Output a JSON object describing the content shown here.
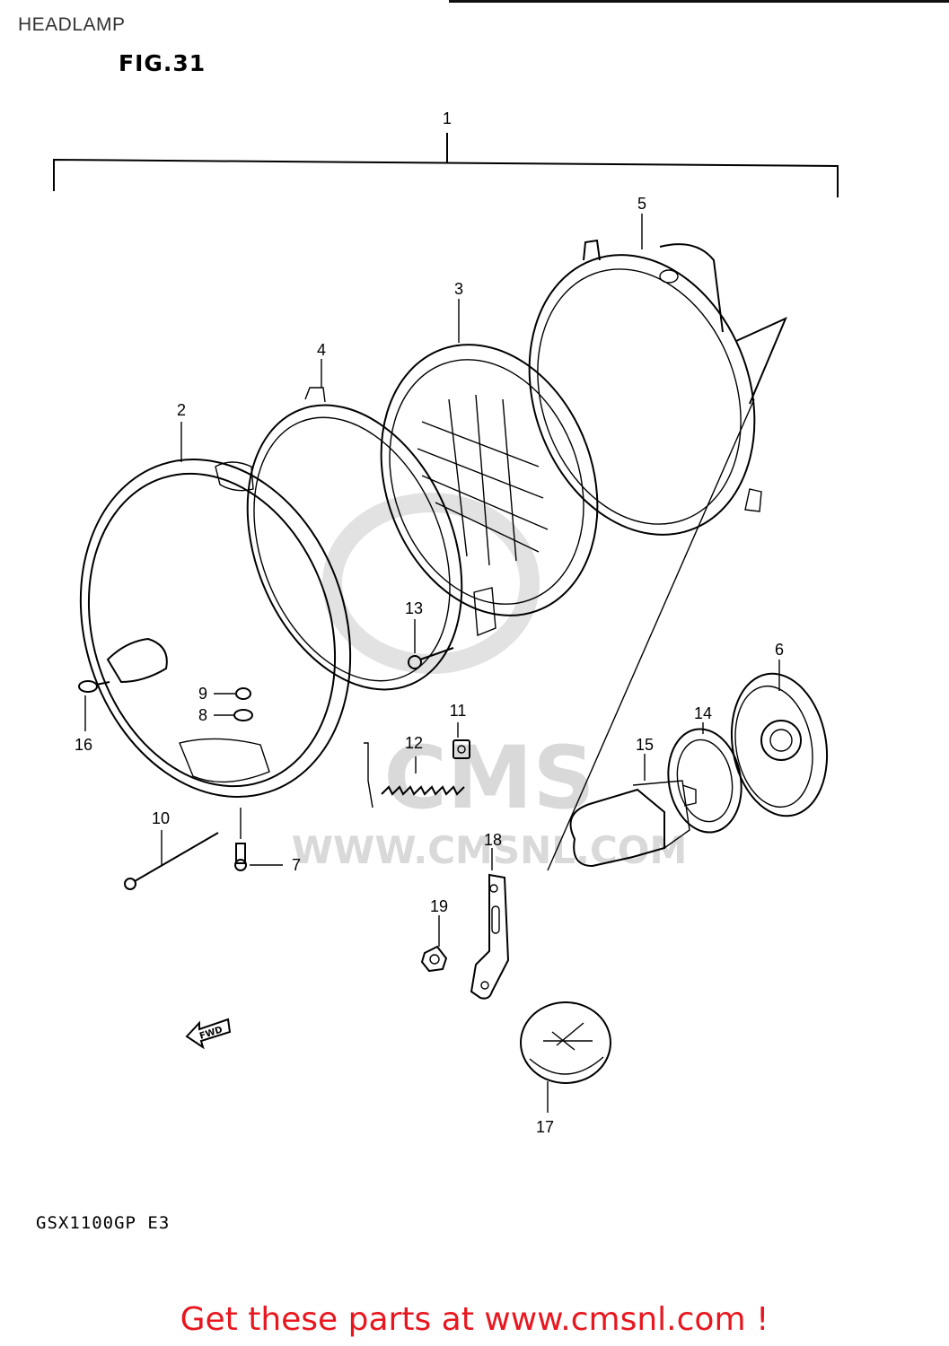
{
  "header": {
    "title": "HEADLAMP",
    "figure": "FIG.31"
  },
  "callouts": [
    "1",
    "2",
    "3",
    "4",
    "5",
    "6",
    "7",
    "8",
    "9",
    "10",
    "11",
    "12",
    "13",
    "14",
    "15",
    "16",
    "17",
    "18",
    "19"
  ],
  "fwd_label": "FWD",
  "watermark": {
    "brand": "CMS",
    "url": "WWW.CMSNL.COM"
  },
  "model_code": "GSX1100GP E3",
  "footer": {
    "link_text": "Get these parts at www.cmsnl.com !"
  },
  "colors": {
    "link": "#e8171f",
    "watermark": "#d9d9d9"
  }
}
